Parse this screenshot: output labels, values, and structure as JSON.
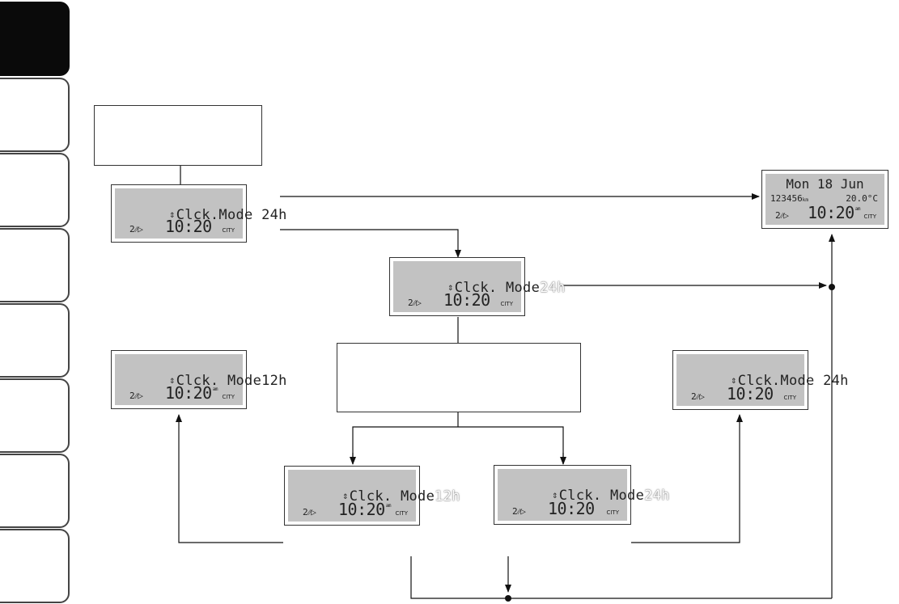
{
  "side_tabs": [
    {
      "active": true
    },
    {
      "active": false
    },
    {
      "active": false
    },
    {
      "active": false
    },
    {
      "active": false
    },
    {
      "active": false
    },
    {
      "active": false
    },
    {
      "active": false
    }
  ],
  "displays": {
    "start": {
      "prefix": "Clck.Mode ",
      "value": "24h",
      "gear": "2⁄⁄▷",
      "time": "10:20",
      "ampm": "",
      "city": "CITY"
    },
    "exit": {
      "date": "Mon 18 Jun",
      "odometer": "123456",
      "odometer_unit": "km",
      "temperature": "20.0°C",
      "gear": "2⁄⁄▷",
      "time": "10:20",
      "ampm": "am",
      "city": "CITY"
    },
    "select_24": {
      "prefix": "Clck. Mode",
      "value": "24h",
      "gear": "2⁄⁄▷",
      "time": "10:20",
      "ampm": "",
      "city": "CITY"
    },
    "result_12": {
      "prefix": "Clck. Mode",
      "value": "12h",
      "gear": "2⁄⁄▷",
      "time": "10:20",
      "ampm": "am",
      "city": "CITY"
    },
    "result_24": {
      "prefix": "Clck.Mode ",
      "value": "24h",
      "gear": "2⁄⁄▷",
      "time": "10:20",
      "ampm": "",
      "city": "CITY"
    },
    "toggle_12": {
      "prefix": "Clck. Mode",
      "value": "12h",
      "gear": "2⁄⁄▷",
      "time": "10:20",
      "ampm": "am",
      "city": "CITY"
    },
    "toggle_24": {
      "prefix": "Clck. Mode",
      "value": "24h",
      "gear": "2⁄⁄▷",
      "time": "10:20",
      "ampm": "",
      "city": "CITY"
    }
  },
  "arrow_glyph": "⇕"
}
